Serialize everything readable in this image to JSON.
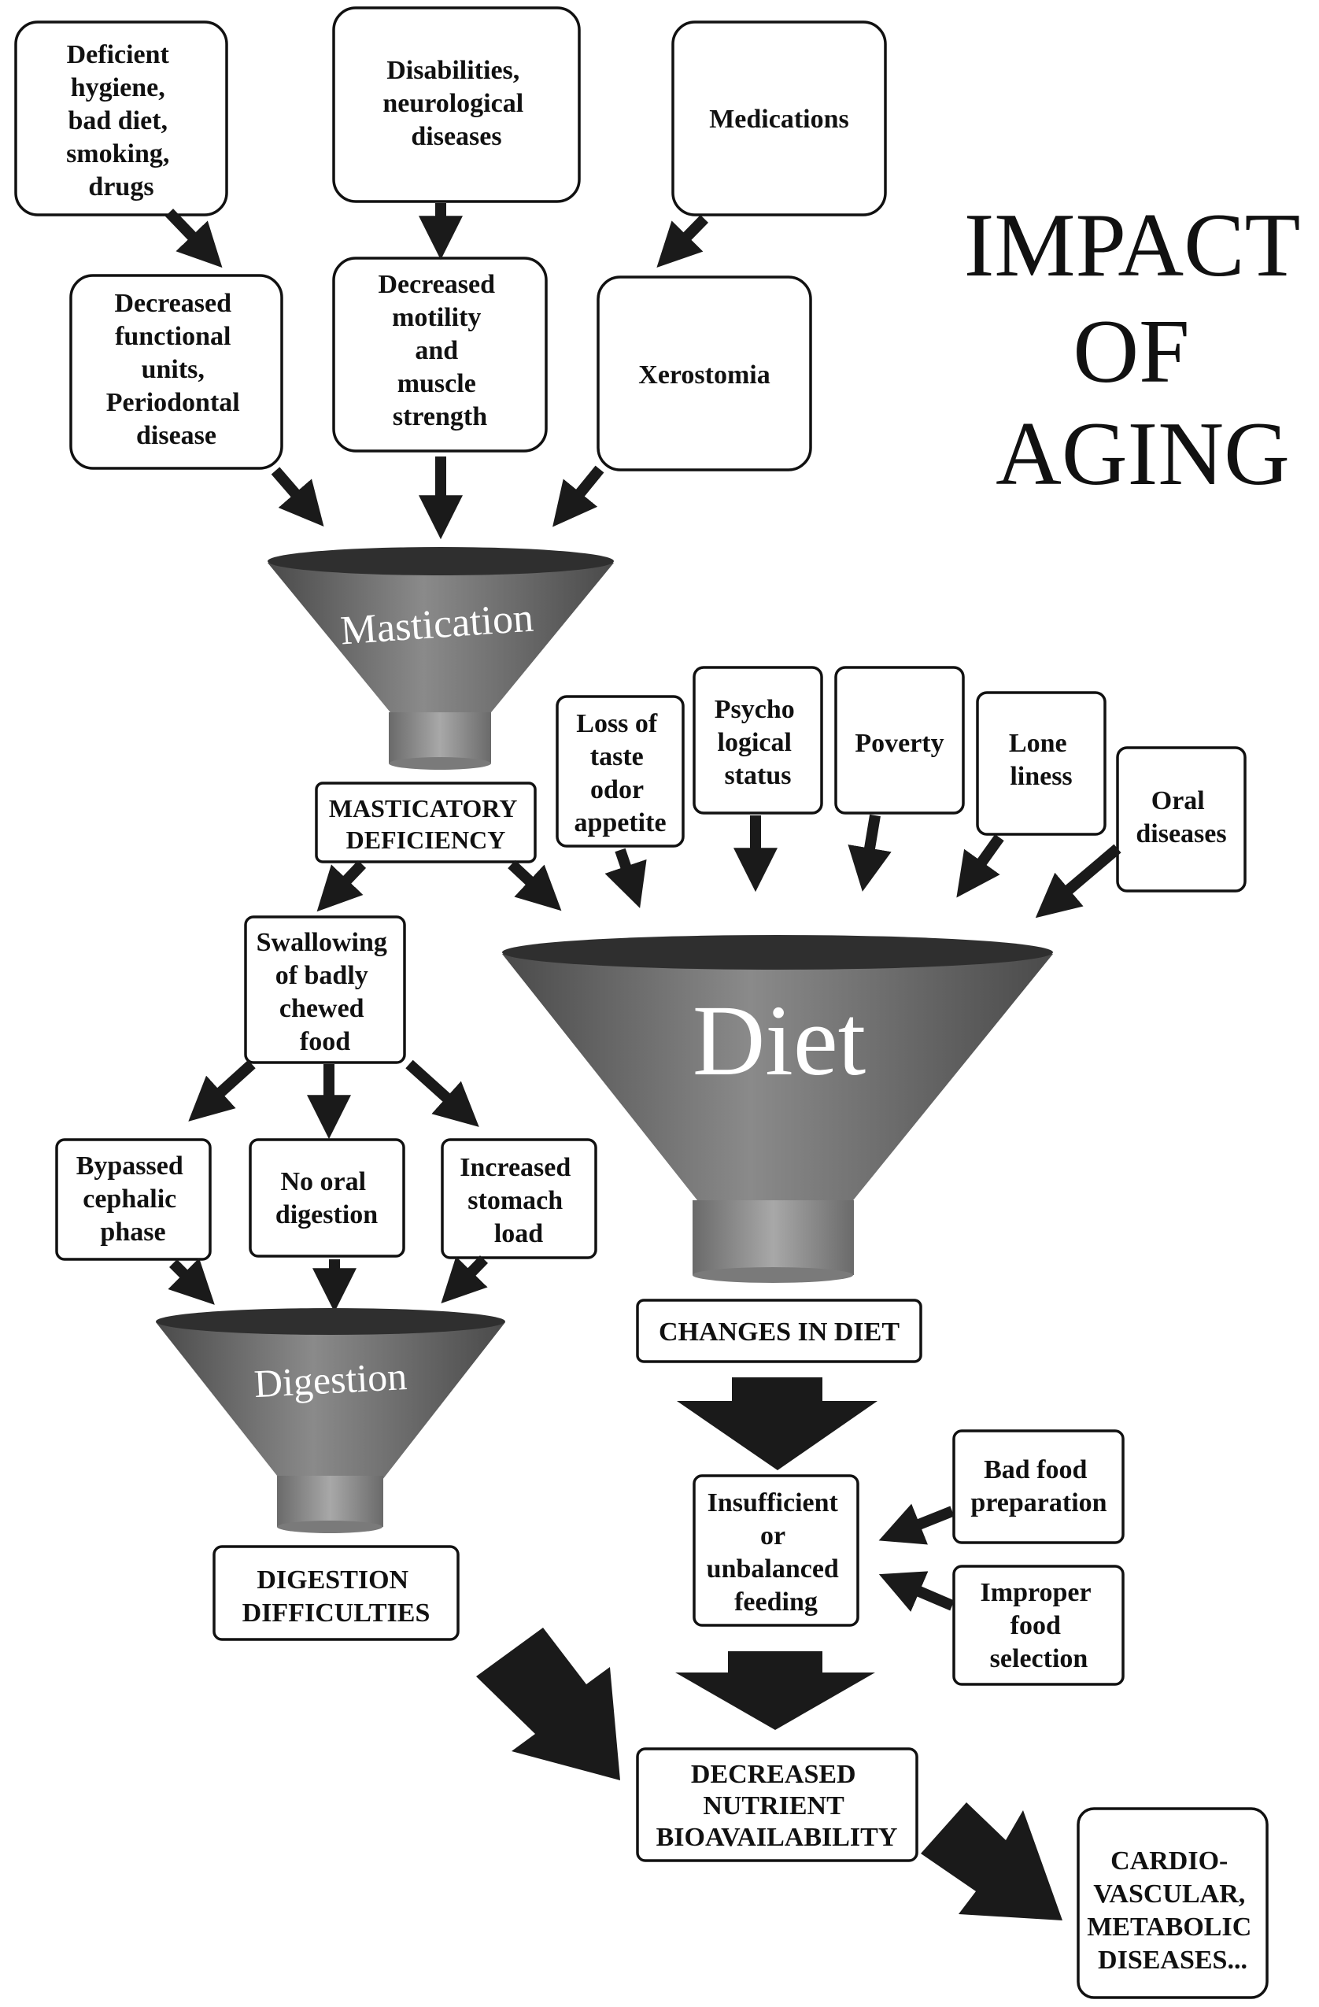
{
  "title": [
    "IMPACT",
    "OF",
    "AGING"
  ],
  "colors": {
    "funnel_top": "#2f2f2f",
    "funnel_body": "#6e6e6e",
    "funnel_stem": "#8a8a8a",
    "arrow": "#1a1a1a",
    "box_border": "#111111"
  },
  "causes": {
    "hygiene": [
      "Deficient",
      "hygiene,",
      "bad diet,",
      "smoking,",
      "drugs"
    ],
    "disabilities": [
      "Disabilities,",
      "neurological",
      "diseases"
    ],
    "medications": [
      "Medications"
    ],
    "functional_units": [
      "Decreased",
      "functional",
      "units,",
      "Periodontal",
      "disease"
    ],
    "motility": [
      "Decreased",
      "motility",
      "and",
      "muscle",
      "strength"
    ],
    "xerostomia": [
      "Xerostomia"
    ]
  },
  "funnels": {
    "mastication": "Mastication",
    "diet": "Diet",
    "digestion": "Digestion"
  },
  "masticatory_deficiency": [
    "MASTICATORY",
    "DEFICIENCY"
  ],
  "diet_factors": {
    "taste": [
      "Loss of",
      "taste",
      "odor",
      "appetite"
    ],
    "psychological": [
      "Psycho",
      "logical",
      "status"
    ],
    "poverty": [
      "Poverty"
    ],
    "loneliness": [
      "Lone",
      "liness"
    ],
    "oral_diseases": [
      "Oral",
      "diseases"
    ]
  },
  "swallowing": [
    "Swallowing",
    "of badly",
    "chewed",
    "food"
  ],
  "digestion_factors": {
    "cephalic": [
      "Bypassed",
      "cephalic",
      "phase"
    ],
    "no_oral": [
      "No oral",
      "digestion"
    ],
    "stomach": [
      "Increased",
      "stomach",
      "load"
    ]
  },
  "changes_in_diet": [
    "CHANGES IN DIET"
  ],
  "insufficient_feeding": [
    "Insufficient",
    "or",
    "unbalanced",
    "feeding"
  ],
  "bad_preparation": [
    "Bad food",
    "preparation"
  ],
  "improper_selection": [
    "Improper",
    "food",
    "selection"
  ],
  "digestion_difficulties": [
    "DIGESTION",
    "DIFFICULTIES"
  ],
  "decreased_bioavailability": [
    "DECREASED",
    "NUTRIENT",
    "BIOAVAILABILITY"
  ],
  "diseases": [
    "CARDIO-",
    "VASCULAR,",
    "METABOLIC",
    "DISEASES..."
  ]
}
